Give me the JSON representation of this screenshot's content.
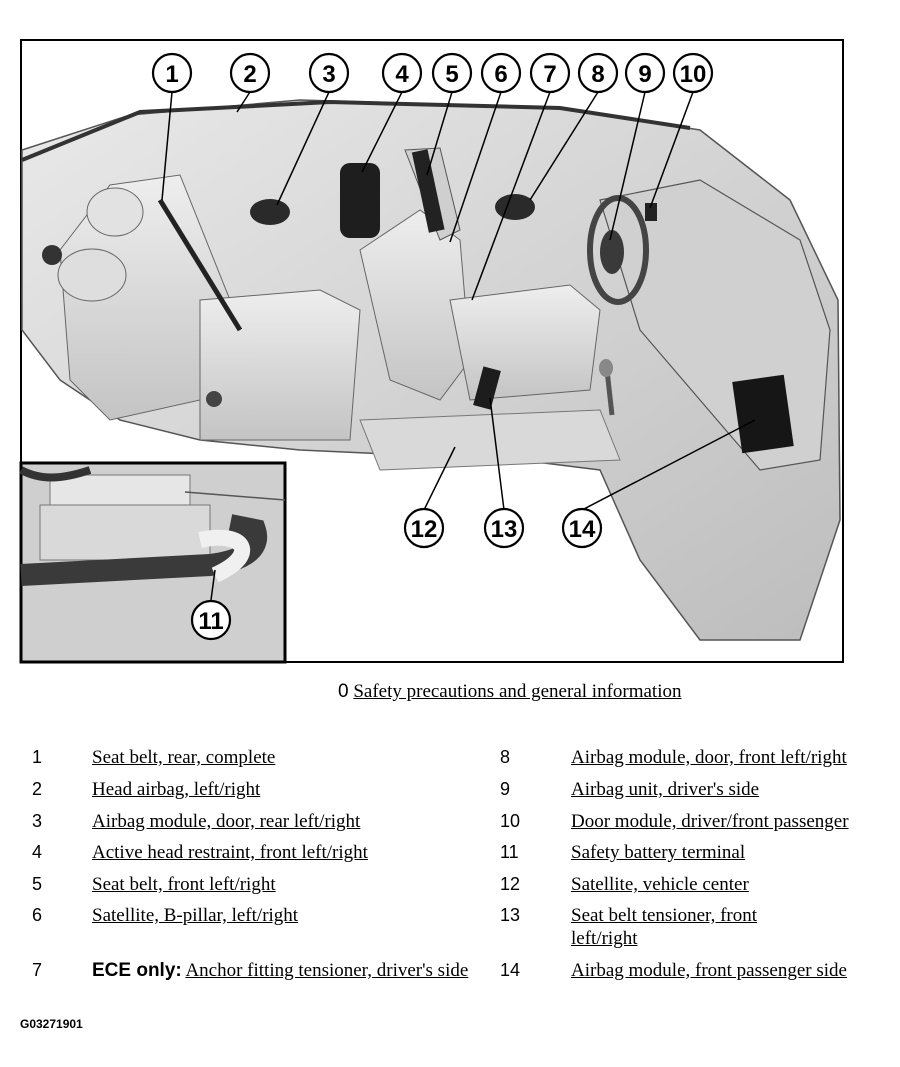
{
  "callouts": [
    "1",
    "2",
    "3",
    "4",
    "5",
    "6",
    "7",
    "8",
    "9",
    "10",
    "11",
    "12",
    "13",
    "14"
  ],
  "reference": {
    "number": "0",
    "text": "Safety precautions and general information"
  },
  "legend": [
    {
      "num": "1",
      "text": "Seat belt, rear, complete"
    },
    {
      "num": "2",
      "text": "Head airbag, left/right"
    },
    {
      "num": "3",
      "text": "Airbag module, door, rear left/right"
    },
    {
      "num": "4",
      "text": "Active head restraint, front left/right"
    },
    {
      "num": "5",
      "text": "Seat belt, front left/right"
    },
    {
      "num": "6",
      "text": "Satellite, B-pillar, left/right"
    },
    {
      "num": "7",
      "prefix": "ECE only:",
      "text": "Anchor fitting tensioner, driver's side"
    },
    {
      "num": "8",
      "text": "Airbag module, door, front left/right"
    },
    {
      "num": "9",
      "text": "Airbag unit, driver's side"
    },
    {
      "num": "10",
      "text": "Door module, driver/front passenger"
    },
    {
      "num": "11",
      "text": "Safety battery terminal"
    },
    {
      "num": "12",
      "text": "Satellite, vehicle center"
    },
    {
      "num": "13",
      "text": "Seat belt tensioner, front left/right"
    },
    {
      "num": "14",
      "text": "Airbag module, front passenger side"
    }
  ],
  "figure_id": "G03271901"
}
